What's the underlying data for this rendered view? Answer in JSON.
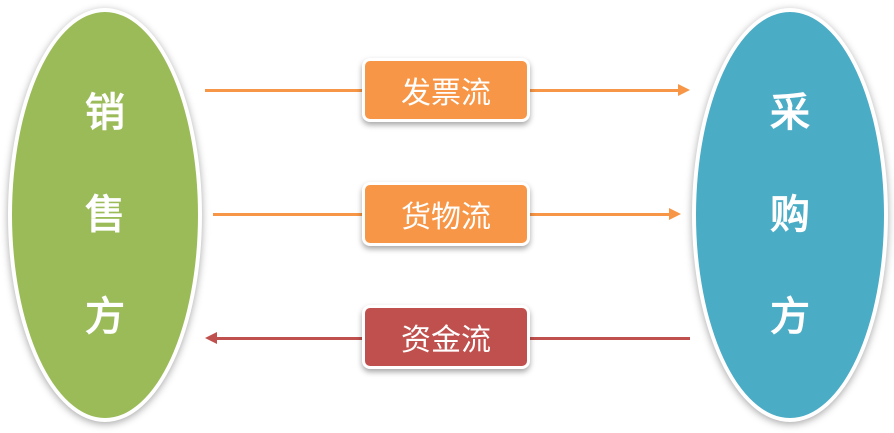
{
  "seller": {
    "chars": [
      "销",
      "售",
      "方"
    ],
    "color": "#9bbb59"
  },
  "buyer": {
    "chars": [
      "采",
      "购",
      "方"
    ],
    "color": "#4bacc6"
  },
  "flows": [
    {
      "label": "发票流",
      "direction": "seller-to-buyer",
      "color": "#f79646"
    },
    {
      "label": "货物流",
      "direction": "seller-to-buyer",
      "color": "#f79646"
    },
    {
      "label": "资金流",
      "direction": "buyer-to-seller",
      "color": "#c0504d"
    }
  ]
}
